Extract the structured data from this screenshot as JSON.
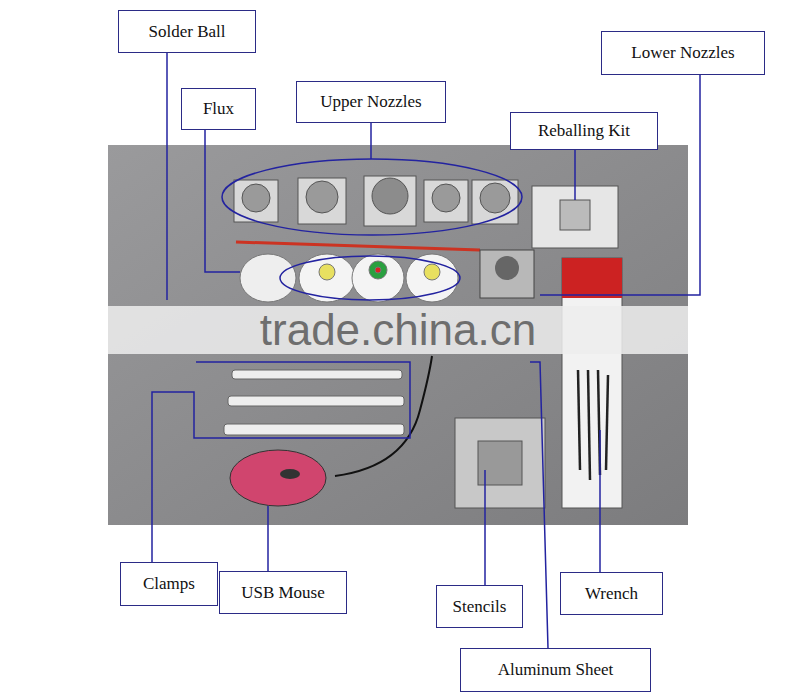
{
  "diagram": {
    "nodes": [
      {
        "text": [
          "Solder Ball"
        ]
      },
      {
        "text": [
          "Lower Nozzles"
        ]
      },
      {
        "text": [
          "Flux"
        ]
      },
      {
        "text": [
          "Upper Nozzles"
        ]
      },
      {
        "text": [
          "Reballing Kit"
        ]
      },
      {
        "text": [
          "Clamps"
        ]
      },
      {
        "text": [
          "USB Mouse"
        ]
      },
      {
        "text": [
          "Wrench"
        ]
      },
      {
        "text": [
          "Stencils"
        ]
      },
      {
        "text": [
          "Aluminum Sheet"
        ]
      }
    ],
    "labels": [
      "trade.china.cn"
    ]
  }
}
